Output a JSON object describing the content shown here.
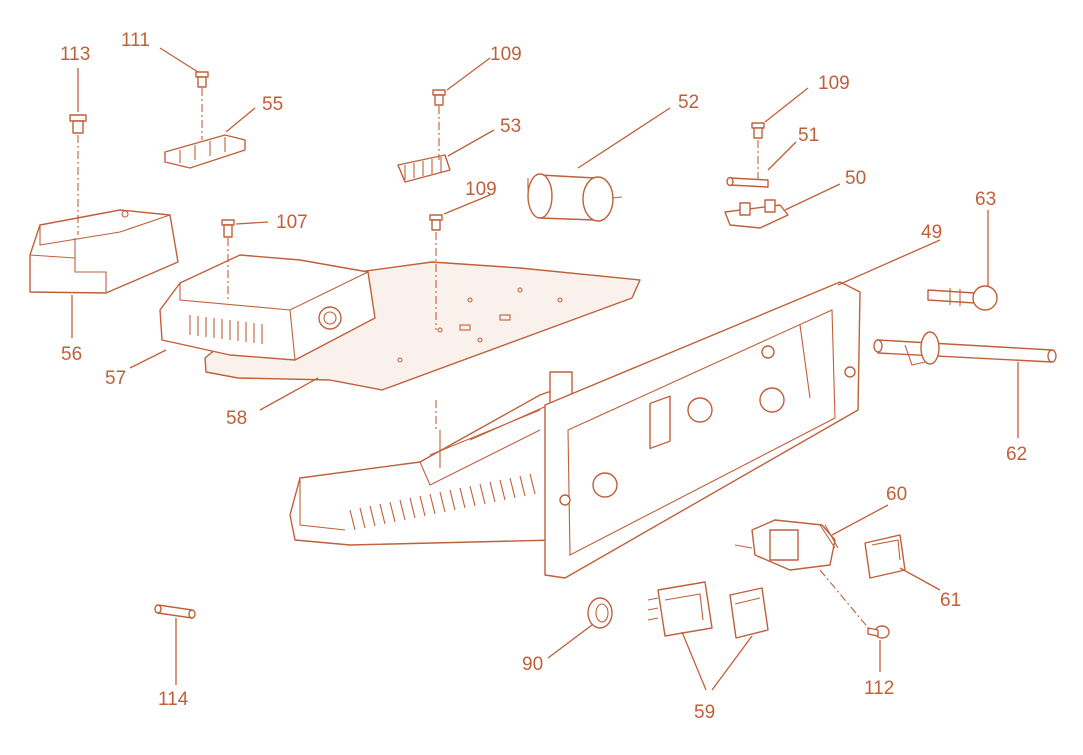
{
  "diagram": {
    "accent_color": "#c0603a",
    "parts": [
      {
        "id": "49"
      },
      {
        "id": "50"
      },
      {
        "id": "51"
      },
      {
        "id": "52"
      },
      {
        "id": "53"
      },
      {
        "id": "55"
      },
      {
        "id": "56"
      },
      {
        "id": "57"
      },
      {
        "id": "58"
      },
      {
        "id": "59"
      },
      {
        "id": "60"
      },
      {
        "id": "61"
      },
      {
        "id": "62"
      },
      {
        "id": "63"
      },
      {
        "id": "90"
      },
      {
        "id": "107"
      },
      {
        "id": "109"
      },
      {
        "id": "111"
      },
      {
        "id": "112"
      },
      {
        "id": "113"
      },
      {
        "id": "114"
      }
    ],
    "labels": {
      "l49": "49",
      "l50": "50",
      "l51": "51",
      "l52": "52",
      "l53": "53",
      "l55": "55",
      "l56": "56",
      "l57": "57",
      "l58": "58",
      "l59": "59",
      "l60": "60",
      "l61": "61",
      "l62": "62",
      "l63": "63",
      "l90": "90",
      "l107": "107",
      "l109a": "109",
      "l109b": "109",
      "l109c": "109",
      "l111": "111",
      "l112": "112",
      "l113": "113",
      "l114": "114"
    }
  }
}
